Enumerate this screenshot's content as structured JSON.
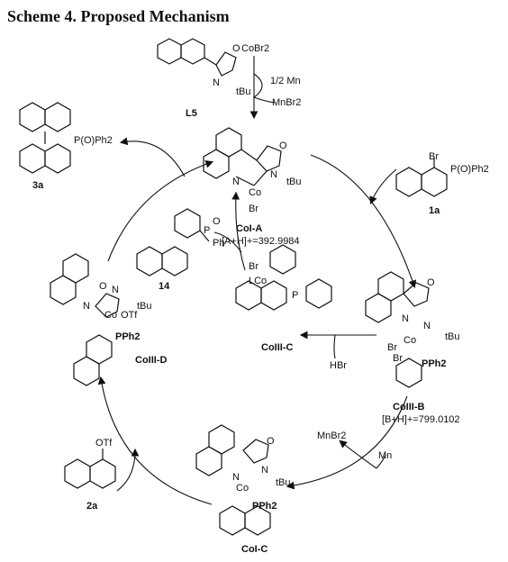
{
  "header": {
    "title": "Scheme 4. Proposed Mechanism"
  },
  "reagents": {
    "cobr2": "CoBr2",
    "half_mn": "1/2 Mn",
    "mnbr2_top": "MnBr2",
    "hbr": "HBr",
    "mnbr2_right": "MnBr2",
    "mn": "Mn"
  },
  "compounds": {
    "l5": "L5",
    "p3a": "3a",
    "s1a": "1a",
    "s14": "14",
    "s2a": "2a"
  },
  "species": {
    "coi_a": {
      "label": "CoI-A",
      "ms": "[A+H]+=392.9984"
    },
    "coiii_b": {
      "label": "CoIII-B",
      "ms": "[B+H]+=799.0102"
    },
    "coiii_c": {
      "label": "CoIII-C"
    },
    "coiii_d": {
      "label": "CoIII-D"
    },
    "coi_c": {
      "label": "CoI-C"
    }
  },
  "atoms": {
    "o": "O",
    "n": "N",
    "tbu": "tBu",
    "br": "Br",
    "co": "Co",
    "lco": "LCo",
    "pph2": "PPh2",
    "pooph2": "P(O)Ph2",
    "p": "P",
    "ph": "Ph",
    "otf": "OTf",
    "i": "I",
    "iii": "III"
  },
  "colors": {
    "ink": "#111111",
    "grey": "#9a9a9a",
    "bg": "#ffffff"
  }
}
